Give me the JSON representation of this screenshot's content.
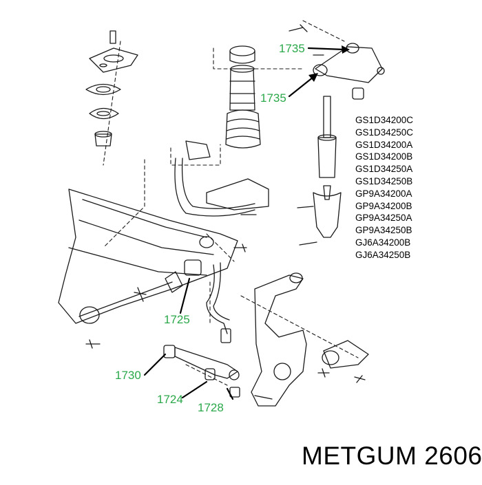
{
  "callouts": [
    {
      "id": "c1735a",
      "label": "1735"
    },
    {
      "id": "c1735b",
      "label": "1735"
    },
    {
      "id": "c1725",
      "label": "1725"
    },
    {
      "id": "c1730",
      "label": "1730"
    },
    {
      "id": "c1724",
      "label": "1724"
    },
    {
      "id": "c1728",
      "label": "1728"
    }
  ],
  "part_numbers": [
    "GS1D34200C",
    "GS1D34250C",
    "GS1D34200A",
    "GS1D34200B",
    "GS1D34250A",
    "GS1D34250B",
    "GP9A34200A",
    "GP9A34200B",
    "GP9A34250A",
    "GP9A34250B",
    "GJ6A34200B",
    "GJ6A34250B"
  ],
  "brand_caption": "METGUM 2606",
  "colors": {
    "callout_green": "#2aa84a",
    "line": "#1a1a1a",
    "leader": "#000000"
  }
}
